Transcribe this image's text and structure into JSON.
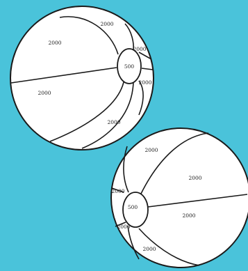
{
  "background_color": "#4ac3da",
  "balls": [
    {
      "hub_label": "500",
      "panel_labels": [
        "2000",
        "2000",
        "2000",
        "2000",
        "2000",
        "2000"
      ]
    },
    {
      "hub_label": "500",
      "panel_labels": [
        "2000",
        "2000",
        "2000",
        "2000",
        "2000",
        "2000"
      ]
    }
  ]
}
